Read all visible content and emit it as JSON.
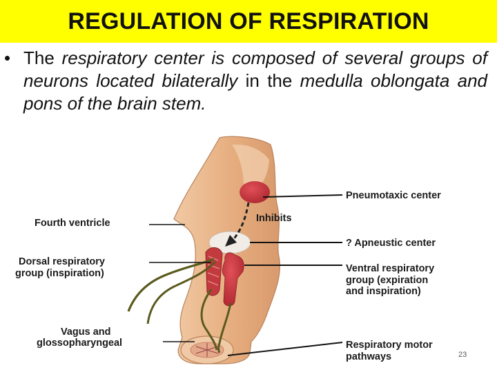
{
  "slide": {
    "title": "REGULATION OF RESPIRATION",
    "bullet": {
      "marker": "•",
      "segments": [
        {
          "text": "The ",
          "italic": false
        },
        {
          "text": "respiratory center is composed of several groups of neurons located bilaterally",
          "italic": true
        },
        {
          "text": " in the ",
          "italic": false
        },
        {
          "text": "medulla oblongata and pons of the brain stem.",
          "italic": true
        }
      ]
    },
    "page_number": "23",
    "colors": {
      "title_background": "#ffff00",
      "brainstem": "#e8b48a",
      "center_red": "#c8323a",
      "nerve": "#5a5a1e"
    }
  },
  "diagram": {
    "labels": {
      "fourth_ventricle": "Fourth ventricle",
      "dorsal_line1": "Dorsal respiratory",
      "dorsal_line2": "group (inspiration)",
      "vagus_line1": "Vagus and",
      "vagus_line2": "glossopharyngeal",
      "pneumotaxic": "Pneumotaxic center",
      "inhibits": "Inhibits",
      "apneustic": "? Apneustic center",
      "ventral_line1": "Ventral respiratory",
      "ventral_line2": "group (expiration",
      "ventral_line3": "and inspiration)",
      "motor_line1": "Respiratory motor",
      "motor_line2": "pathways"
    }
  }
}
